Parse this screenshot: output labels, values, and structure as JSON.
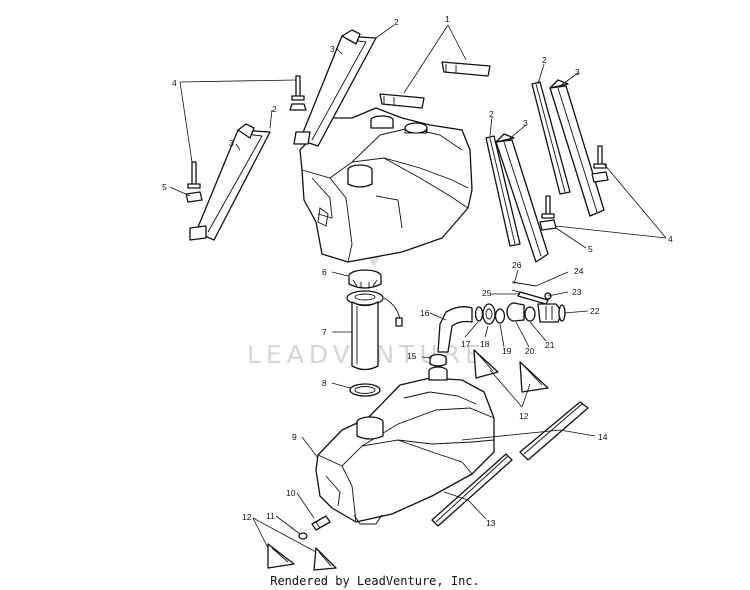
{
  "watermark": "LEADVENTURE",
  "credit": "Rendered by LeadVenture, Inc.",
  "callouts": {
    "c1": "1",
    "c2a": "2",
    "c2b": "2",
    "c2c": "2",
    "c2d": "2",
    "c3a": "3",
    "c3b": "3",
    "c3c": "3",
    "c3d": "3",
    "c4a": "4",
    "c4b": "4",
    "c5a": "5",
    "c5b": "5",
    "c6": "6",
    "c7": "7",
    "c8": "8",
    "c9": "9",
    "c10": "10",
    "c11": "11",
    "c12a": "12",
    "c12b": "12",
    "c13": "13",
    "c14": "14",
    "c15": "15",
    "c16": "16",
    "c17": "17",
    "c18": "18",
    "c19": "19",
    "c20": "20",
    "c21": "21",
    "c22": "22",
    "c23": "23",
    "c24": "24",
    "c25": "25",
    "c26": "26"
  }
}
